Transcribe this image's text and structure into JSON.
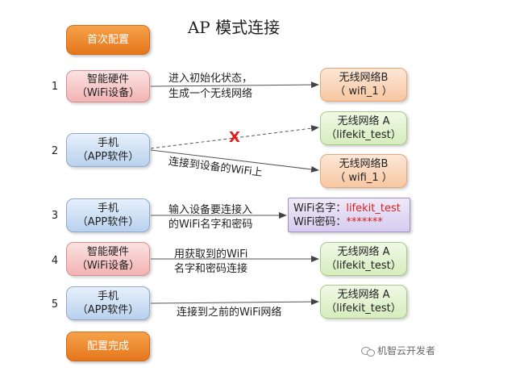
{
  "title": "AP 模式连接",
  "boxes": {
    "start": "首次配置",
    "end": "配置完成",
    "hw1": {
      "line1": "智能硬件",
      "line2": "（WiFi设备）"
    },
    "phone2": {
      "line1": "手机",
      "line2": "（APP软件）"
    },
    "phone3": {
      "line1": "手机",
      "line2": "（APP软件）"
    },
    "hw4": {
      "line1": "智能硬件",
      "line2": "（WiFi设备）"
    },
    "phone5": {
      "line1": "手机",
      "line2": "（APP软件）"
    },
    "wifiB1": {
      "line1": "无线网络B",
      "line2": "（ wifi_1 ）"
    },
    "wifiA2": {
      "line1": "无线网络 A",
      "line2": "（lifekit_test）"
    },
    "wifiB2": {
      "line1": "无线网络B",
      "line2": "（ wifi_1 ）"
    },
    "creds": {
      "name_label": "WiFi名字：",
      "name_value": "lifekit_test",
      "pwd_label": "WiFi密码：",
      "pwd_value": "*******"
    },
    "wifiA4": {
      "line1": "无线网络 A",
      "line2": "（lifekit_test）"
    },
    "wifiA5": {
      "line1": "无线网络 A",
      "line2": "（lifekit_test）"
    }
  },
  "steps": [
    "1",
    "2",
    "3",
    "4",
    "5"
  ],
  "labels": {
    "l1a": "进入初始化状态，",
    "l1b": "生成一个无线网络",
    "l2": "连接到设备的WiFi上",
    "l3a": "输入设备要连接入",
    "l3b": "的WiFi名字和密码",
    "l4a": "用获取到的WiFi",
    "l4b": "名字和密码连接",
    "l5": "连接到之前的WiFi网络",
    "cross": "X"
  },
  "watermark": "机智云开发者"
}
